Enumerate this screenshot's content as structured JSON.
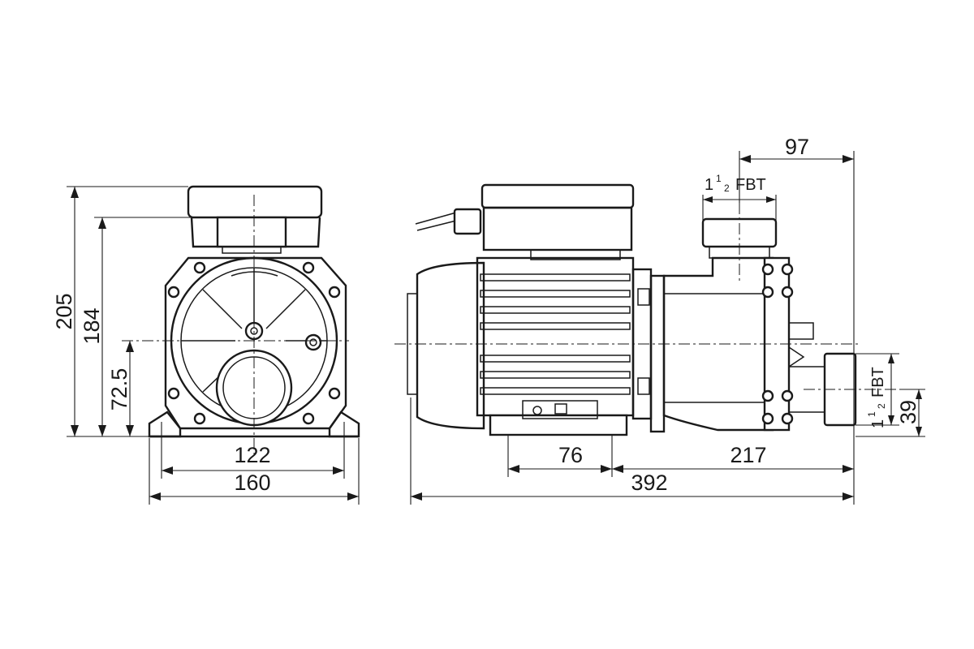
{
  "front_view": {
    "dim_height_total": "205",
    "dim_height_top": "184",
    "dim_axis_height": "72.5",
    "dim_foot_inner": "122",
    "dim_foot_outer": "160"
  },
  "side_view": {
    "dim_outlet_offset": "97",
    "outlet_label": {
      "main": "1",
      "num": "1",
      "den": "2",
      "suffix": "FBT"
    },
    "inlet_label": {
      "main": "1",
      "num": "1",
      "den": "2",
      "suffix": "FBT"
    },
    "dim_inlet_height": "39",
    "dim_foot_span": "76",
    "dim_foot_to_inlet": "217",
    "dim_total_length": "392"
  },
  "colors": {
    "line": "#1a1a1a",
    "background": "#ffffff",
    "watermark": "#d8d8d8"
  }
}
